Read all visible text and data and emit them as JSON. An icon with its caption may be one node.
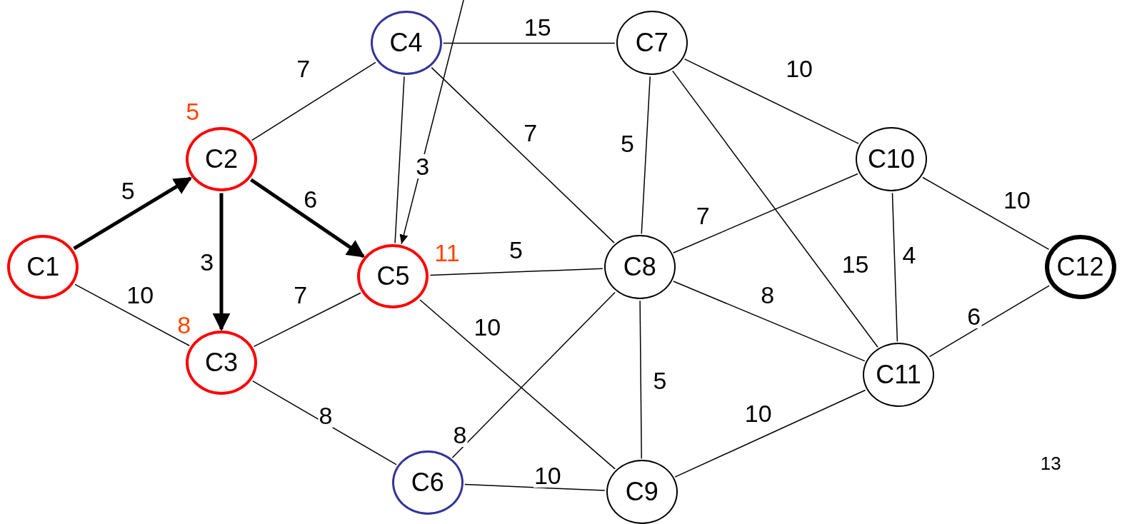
{
  "diagram": {
    "nodes": [
      {
        "text": [
          "C1"
        ]
      },
      {
        "text": [
          "C2"
        ],
        "beside": [
          "5"
        ]
      },
      {
        "text": [
          "C3"
        ],
        "beside": [
          "8"
        ]
      },
      {
        "text": [
          "C4"
        ]
      },
      {
        "text": [
          "C5"
        ],
        "beside": [
          "11"
        ]
      },
      {
        "text": [
          "C6"
        ]
      },
      {
        "text": [
          "C7"
        ]
      },
      {
        "text": [
          "C8"
        ]
      },
      {
        "text": [
          "C9"
        ]
      },
      {
        "text": [
          "C10"
        ]
      },
      {
        "text": [
          "C11"
        ]
      },
      {
        "text": [
          "C12"
        ]
      }
    ],
    "edges": [
      {
        "from": 0,
        "to": 1,
        "arrow": "to",
        "label": "5",
        "style": "thick"
      },
      {
        "from": 0,
        "to": 2,
        "arrow": "none",
        "label": "10"
      },
      {
        "from": 1,
        "to": 3,
        "arrow": "none",
        "label": "7"
      },
      {
        "from": 1,
        "to": 2,
        "arrow": "to",
        "label": "3",
        "style": "thick"
      },
      {
        "from": 1,
        "to": 4,
        "arrow": "to",
        "label": "6",
        "style": "thick"
      },
      {
        "from": 2,
        "to": 4,
        "arrow": "none",
        "label": "7"
      },
      {
        "from": 2,
        "to": 5,
        "arrow": "none",
        "label": "8"
      },
      {
        "from": 3,
        "to": 6,
        "arrow": "none",
        "label": "15"
      },
      {
        "from": 3,
        "to": 4,
        "arrow": "none",
        "label": "3"
      },
      {
        "from": 3,
        "to": 7,
        "arrow": "none",
        "label": "7"
      },
      {
        "from": null,
        "to": 4,
        "arrow": "to"
      },
      {
        "from": 4,
        "to": 7,
        "arrow": "none",
        "label": "5"
      },
      {
        "from": 4,
        "to": 8,
        "arrow": "none",
        "label": "10"
      },
      {
        "from": 5,
        "to": 7,
        "arrow": "none",
        "label": "8"
      },
      {
        "from": 5,
        "to": 8,
        "arrow": "none",
        "label": "10"
      },
      {
        "from": 6,
        "to": 7,
        "arrow": "none",
        "label": "5"
      },
      {
        "from": 6,
        "to": 9,
        "arrow": "none",
        "label": "10"
      },
      {
        "from": 6,
        "to": 10,
        "arrow": "none",
        "label": "15"
      },
      {
        "from": 7,
        "to": 9,
        "arrow": "none",
        "label": "7"
      },
      {
        "from": 7,
        "to": 10,
        "arrow": "none",
        "label": "8"
      },
      {
        "from": 7,
        "to": 8,
        "arrow": "none",
        "label": "5"
      },
      {
        "from": 8,
        "to": 10,
        "arrow": "none",
        "label": "10"
      },
      {
        "from": 9,
        "to": 10,
        "arrow": "none",
        "label": "4"
      },
      {
        "from": 9,
        "to": 11,
        "arrow": "none",
        "label": "10"
      },
      {
        "from": 10,
        "to": 11,
        "arrow": "none",
        "label": "6"
      }
    ],
    "labels": [
      "13"
    ]
  }
}
